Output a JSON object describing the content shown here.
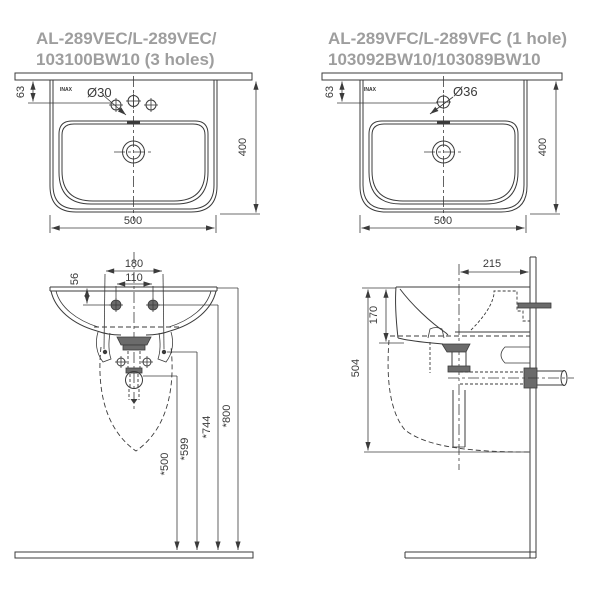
{
  "colors": {
    "line": "#3b3b3b",
    "title_gray": "#9e9e9e",
    "dark_fill": "#6b6b6b",
    "background": "#ffffff"
  },
  "header": {
    "left_model": {
      "line1": "AL-289VEC/L-289VEC/",
      "line2": "103100BW10 (3 holes)"
    },
    "right_model": {
      "line1": "AL-289VFC/L-289VFC (1 hole)",
      "line2": "103092BW10/103089BW10"
    }
  },
  "brand": "INAX",
  "plan_left": {
    "hole_offset": "63",
    "hole_diameter": "Ø30",
    "depth": "400",
    "width": "500"
  },
  "plan_right": {
    "hole_offset": "63",
    "hole_diameter": "Ø36",
    "depth": "400",
    "width": "500"
  },
  "front_view": {
    "anchor_span": "180",
    "bolt_span": "110",
    "rim_to_anchor": "56",
    "trap_height": "*500",
    "bracket_height": "*599",
    "anchor_height": "*744",
    "rim_height": "*800"
  },
  "side_view": {
    "drain_to_wall": "215",
    "rim_to_bracket": "170",
    "rim_to_pedestal_bottom": "504"
  }
}
